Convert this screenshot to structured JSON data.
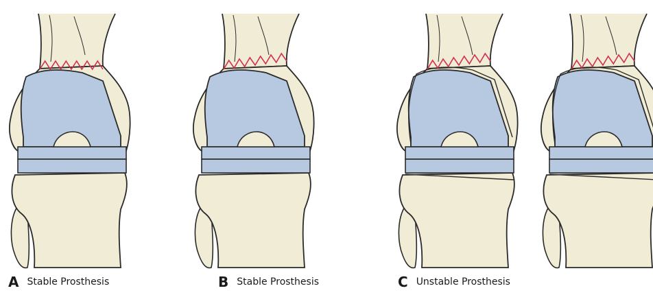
{
  "captions": [
    {
      "letter": "A",
      "text": "Stable Prosthesis"
    },
    {
      "letter": "B",
      "text": "Stable Prosthesis"
    },
    {
      "letter": "C",
      "text": "Unstable Prosthesis"
    }
  ],
  "colors": {
    "bone": "#f0ecd6",
    "implant": "#b6c9e0",
    "outline": "#2a2a2a",
    "fracture": "#d03050",
    "background": "#ffffff"
  },
  "knees": [
    {
      "panel": "A",
      "fracture": "transverse",
      "loosened": false
    },
    {
      "panel": "B",
      "fracture": "oblique",
      "loosened": false
    },
    {
      "panel": "C",
      "fracture": "oblique",
      "loosened": true
    },
    {
      "panel": "C",
      "fracture": "oblique",
      "loosened": true
    }
  ]
}
